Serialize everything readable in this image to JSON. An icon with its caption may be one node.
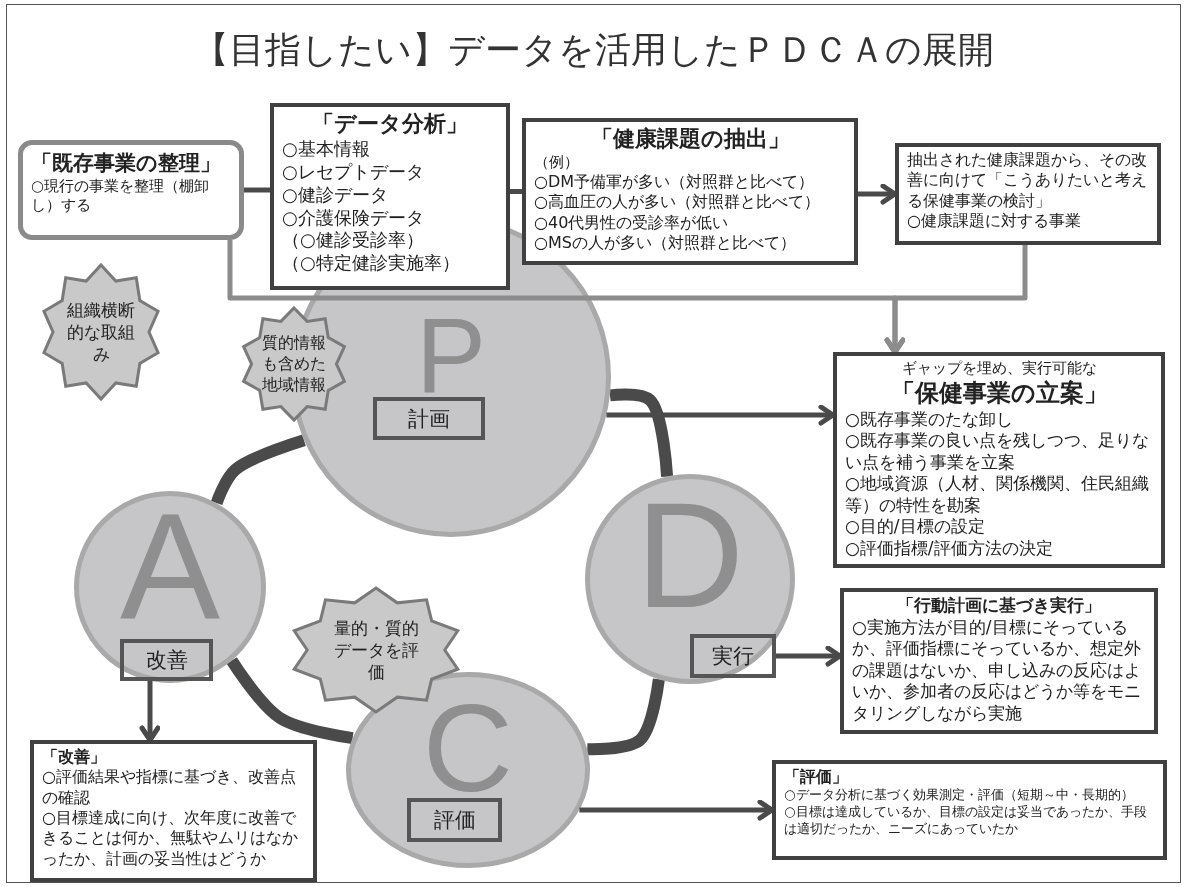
{
  "diagram": {
    "title": "【目指したい】データを活用したＰＤＣＡの展開",
    "nodes": [
      {
        "text": [
          "「既存事業の整理」",
          "○現行の事業を整理（棚卸し）する"
        ]
      },
      {
        "text": [
          "「データ分析」",
          "○基本情報",
          "○レセプトデータ",
          "○健診データ",
          "○介護保険データ",
          "（○健診受診率）",
          "（○特定健診実施率）"
        ]
      },
      {
        "text": [
          "「健康課題の抽出」",
          "（例）",
          "○DM予備軍が多い（対照群と比べて）",
          "○高血圧の人が多い（対照群と比べて）",
          "○40代男性の受診率が低い",
          "○MSの人が多い（対照群と比べて）"
        ]
      },
      {
        "text": [
          "抽出された健康課題から、その改善に向けて「こうありたいと考える保健事業の検討」",
          "○健康課題に対する事業"
        ]
      },
      {
        "text": [
          "組織横断的な取組み"
        ]
      },
      {
        "text": [
          "P"
        ]
      },
      {
        "text": [
          "計画"
        ],
        "in": 5
      },
      {
        "text": [
          "質的情報も含めた地域情報"
        ]
      },
      {
        "text": [
          "ギャップを埋め、実行可能な",
          "「保健事業の立案」",
          "○既存事業のたな卸し",
          "○既存事業の良い点を残しつつ、足りない点を補う事業を立案",
          "○地域資源（人材、関係機関、住民組織等）の特性を勘案",
          "○目的/目標の設定",
          "○評価指標/評価方法の決定"
        ]
      },
      {
        "text": [
          "D"
        ]
      },
      {
        "text": [
          "実行"
        ],
        "in": 9
      },
      {
        "text": [
          "A"
        ]
      },
      {
        "text": [
          "改善"
        ],
        "in": 11
      },
      {
        "text": [
          "量的・質的データを評価"
        ]
      },
      {
        "text": [
          "「行動計画に基づき実行」",
          "○実施方法が目的/目標にそっているか、評価指標にそっているか、想定外の課題はないか、申し込みの反応はよいか、参加者の反応はどうか等をモニタリングしながら実施"
        ]
      },
      {
        "text": [
          "C"
        ]
      },
      {
        "text": [
          "評価"
        ],
        "in": 15
      },
      {
        "text": [
          "「改善」",
          "○評価結果や指標に基づき、改善点の確認",
          "○目標達成に向け、次年度に改善できることは何か、無駄やムリはなかったか、計画の妥当性はどうか"
        ]
      },
      {
        "text": [
          "「評価」",
          "○データ分析に基づく効果測定・評価（短期～中・長期的）",
          "○目標は達成しているか、目標の設定は妥当であったか、手段は適切だったか、ニーズにあっていたか"
        ]
      }
    ],
    "edges": [
      {
        "from": 0,
        "to": 1,
        "arrow": "none"
      },
      {
        "from": 1,
        "to": 2,
        "arrow": "none"
      },
      {
        "from": 2,
        "to": 3,
        "arrow": "to"
      },
      {
        "from": 0,
        "to": 8,
        "arrow": "to",
        "color": "#8c8c8c"
      },
      {
        "from": 3,
        "to": 8,
        "arrow": "to",
        "color": "#8c8c8c"
      },
      {
        "from": 5,
        "to": 8,
        "arrow": "to"
      },
      {
        "from": 10,
        "to": 14,
        "arrow": "to"
      },
      {
        "from": 15,
        "to": 18,
        "arrow": "to"
      },
      {
        "from": 12,
        "to": 17,
        "arrow": "to"
      },
      {
        "from": 5,
        "to": 9,
        "arrow": "none",
        "style": "thick"
      },
      {
        "from": 9,
        "to": 15,
        "arrow": "none",
        "style": "thick"
      },
      {
        "from": 15,
        "to": 11,
        "arrow": "none",
        "style": "thick"
      },
      {
        "from": 11,
        "to": 5,
        "arrow": "none",
        "style": "thick"
      }
    ]
  }
}
